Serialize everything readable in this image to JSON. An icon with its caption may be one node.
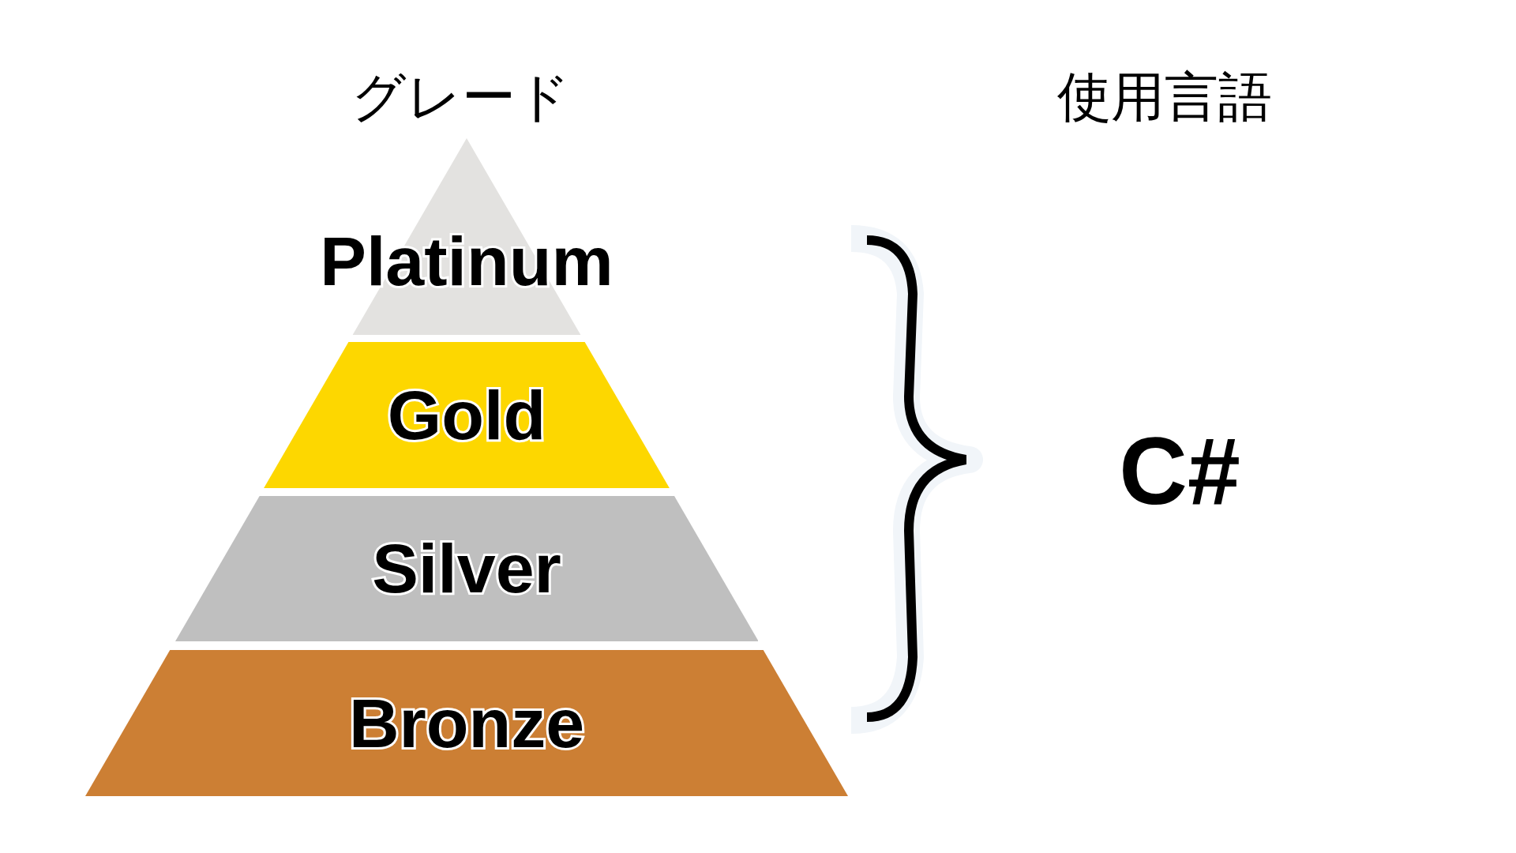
{
  "diagram": {
    "nodes": [
      {
        "text": [
          "Platinum"
        ]
      },
      {
        "text": [
          "Gold"
        ]
      },
      {
        "text": [
          "Silver"
        ]
      },
      {
        "text": [
          "Bronze"
        ]
      }
    ],
    "labels": [
      "グレード",
      "使用言語",
      "C#"
    ]
  }
}
